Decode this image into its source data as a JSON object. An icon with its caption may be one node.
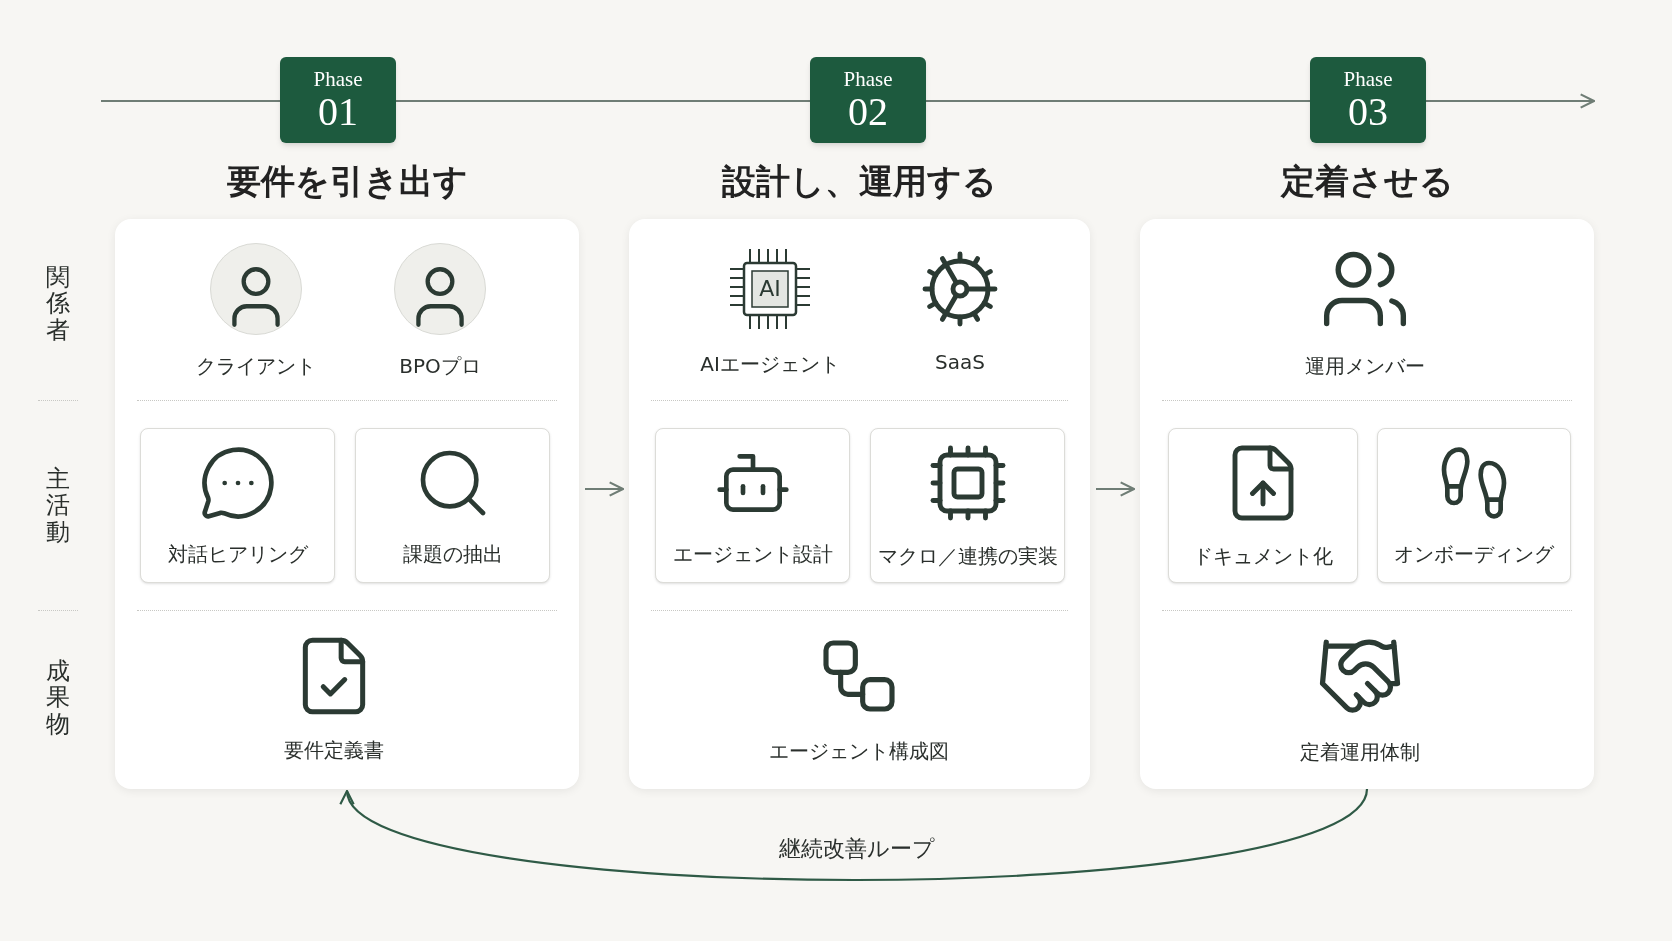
{
  "diagram": {
    "nodes": [
      {
        "text": [
          "Phase",
          "01"
        ]
      },
      {
        "text": [
          "Phase",
          "02"
        ]
      },
      {
        "text": [
          "Phase",
          "03"
        ]
      },
      {
        "text": [
          "要件を引き出す"
        ]
      },
      {
        "text": [
          "クライアント"
        ],
        "in": 3
      },
      {
        "text": [
          "BPOプロ"
        ],
        "in": 3
      },
      {
        "text": [
          "対話ヒアリング"
        ],
        "in": 3
      },
      {
        "text": [
          "課題の抽出"
        ],
        "in": 3
      },
      {
        "text": [
          "要件定義書"
        ],
        "in": 3
      },
      {
        "text": [
          "設計し、運用する"
        ]
      },
      {
        "text": [
          "AIエージェント"
        ],
        "in": 9
      },
      {
        "text": [
          "SaaS"
        ],
        "in": 9
      },
      {
        "text": [
          "エージェント設計"
        ],
        "in": 9
      },
      {
        "text": [
          "マクロ／連携の実装"
        ],
        "in": 9
      },
      {
        "text": [
          "エージェント構成図"
        ],
        "in": 9
      },
      {
        "text": [
          "定着させる"
        ]
      },
      {
        "text": [
          "運用メンバー"
        ],
        "in": 15
      },
      {
        "text": [
          "ドキュメント化"
        ],
        "in": 15
      },
      {
        "text": [
          "オンボーディング"
        ],
        "in": 15
      },
      {
        "text": [
          "定着運用体制"
        ],
        "in": 15
      }
    ],
    "edges": [
      {
        "from": null,
        "to": 0,
        "arrow": "none"
      },
      {
        "from": 0,
        "to": 1,
        "arrow": "none"
      },
      {
        "from": 1,
        "to": 2,
        "arrow": "none"
      },
      {
        "from": 2,
        "to": null,
        "arrow": "to"
      },
      {
        "from": 3,
        "to": 9,
        "arrow": "to"
      },
      {
        "from": 9,
        "to": 15,
        "arrow": "to"
      },
      {
        "from": 15,
        "to": 3,
        "arrow": "to",
        "label": "継続改善ループ",
        "color": "#2f5a46"
      }
    ],
    "labels": [
      "関係者",
      "主活動",
      "成果物",
      "AI"
    ]
  }
}
